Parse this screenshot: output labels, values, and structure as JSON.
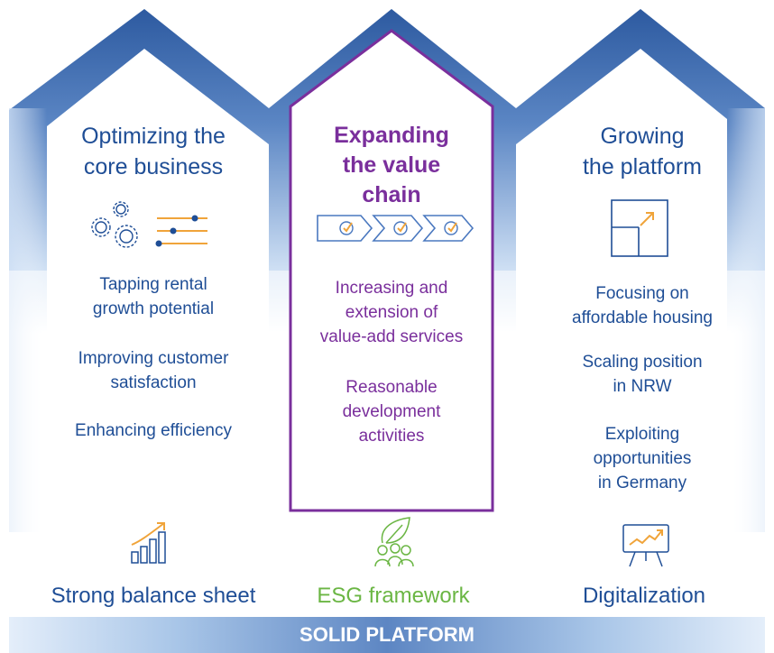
{
  "columns": {
    "left": {
      "title_lines": [
        "Optimizing the",
        "core business"
      ],
      "items": [
        [
          "Tapping rental",
          "growth potential"
        ],
        [
          "Improving customer",
          "satisfaction"
        ],
        [
          "Enhancing efficiency"
        ]
      ]
    },
    "center": {
      "title_lines": [
        "Expanding",
        "the value",
        "chain"
      ],
      "items": [
        [
          "Increasing and",
          "extension of",
          "value-add services"
        ],
        [
          "Reasonable",
          "development",
          "activities"
        ]
      ]
    },
    "right": {
      "title_lines": [
        "Growing",
        "the platform"
      ],
      "items": [
        [
          "Focusing on",
          "affordable housing"
        ],
        [
          "Scaling position",
          "in NRW"
        ],
        [
          "Exploiting",
          "opportunities",
          "in Germany"
        ]
      ]
    }
  },
  "pillars": [
    {
      "label": "Strong balance sheet",
      "color": "#1f4e96",
      "icon": "bar-growth-icon"
    },
    {
      "label": "ESG framework",
      "color": "#6bb644",
      "icon": "leaf-people-icon"
    },
    {
      "label": "Digitalization",
      "color": "#1f4e96",
      "icon": "presentation-chart-icon"
    }
  ],
  "foundation": {
    "label": "SOLID PLATFORM"
  },
  "colors": {
    "blue": "#1f4e96",
    "purple": "#7a2f9c",
    "green": "#6bb644"
  }
}
